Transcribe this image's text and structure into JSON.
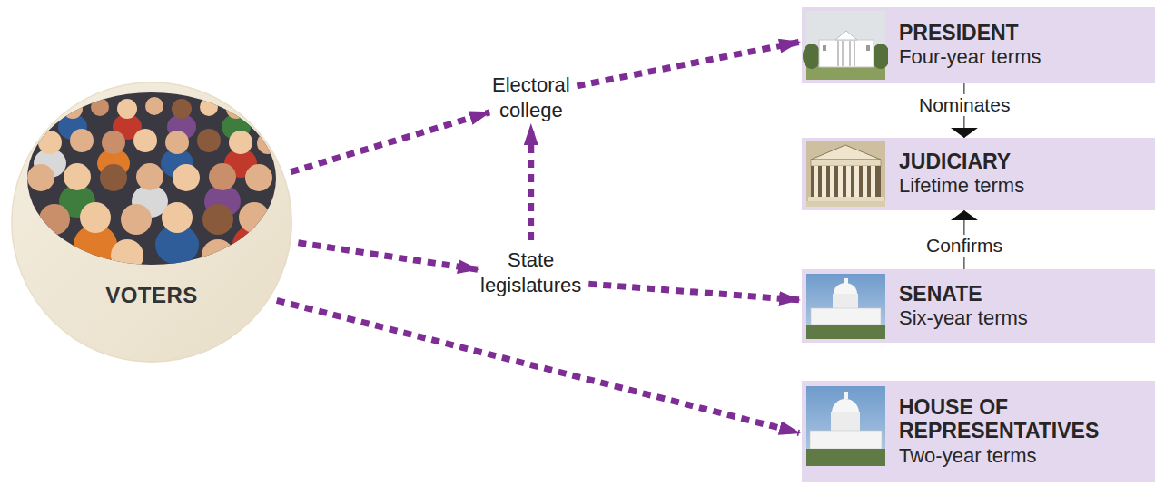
{
  "diagram": {
    "nodes": [
      {
        "text": [
          "VOTERS"
        ]
      },
      {
        "text": [
          "Electoral college"
        ]
      },
      {
        "text": [
          "State legislatures"
        ]
      },
      {
        "text": [
          "PRESIDENT",
          "Four-year terms"
        ]
      },
      {
        "text": [
          "JUDICIARY",
          "Lifetime terms"
        ]
      },
      {
        "text": [
          "SENATE",
          "Six-year terms"
        ]
      },
      {
        "text": [
          "HOUSE OF REPRESENTATIVES",
          "Two-year terms"
        ]
      }
    ],
    "edges": [
      {
        "from": 0,
        "to": 1,
        "arrow": "to"
      },
      {
        "from": 0,
        "to": 2,
        "arrow": "to"
      },
      {
        "from": 0,
        "to": 6,
        "arrow": "to"
      },
      {
        "from": 2,
        "to": 1,
        "arrow": "to"
      },
      {
        "from": 1,
        "to": 3,
        "arrow": "to"
      },
      {
        "from": 2,
        "to": 5,
        "arrow": "to"
      },
      {
        "from": 3,
        "to": 4,
        "label": "Nominates",
        "arrow": "to"
      },
      {
        "from": 5,
        "to": 4,
        "label": "Confirms",
        "arrow": "to"
      }
    ]
  }
}
